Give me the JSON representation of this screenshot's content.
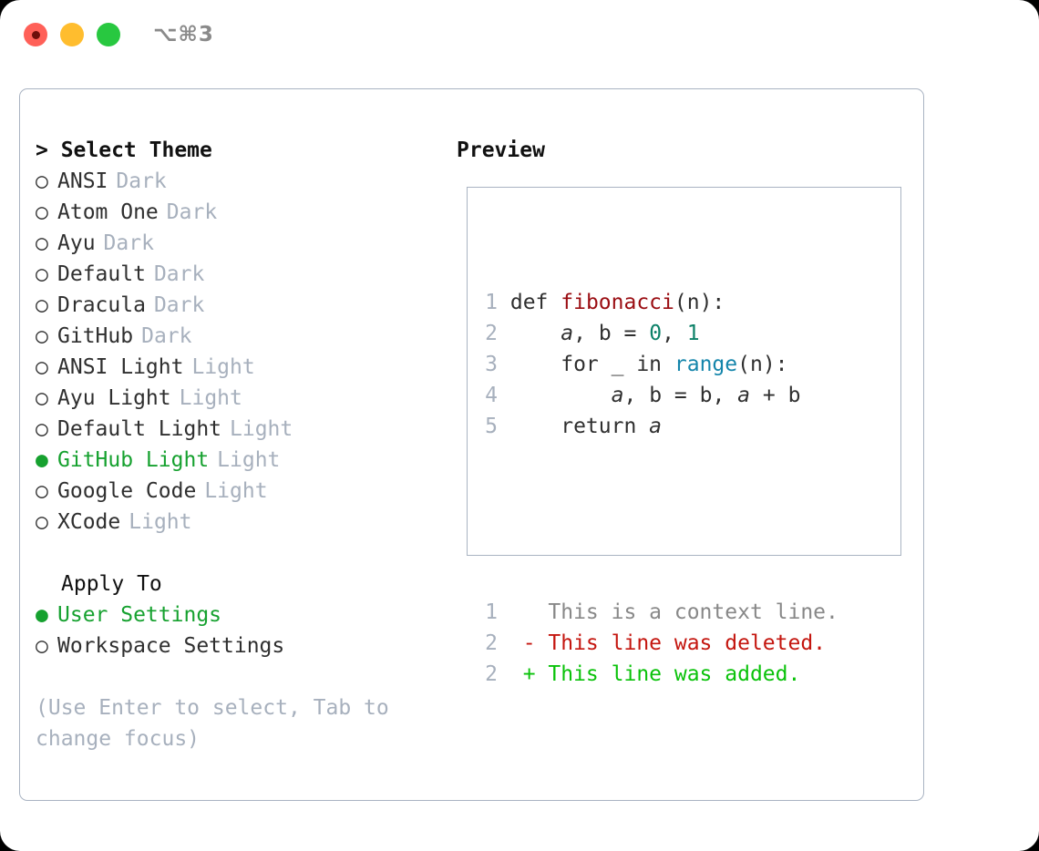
{
  "titlebar": {
    "dots": [
      {
        "name": "close-button",
        "color": "#ff6058"
      },
      {
        "name": "minimize-button",
        "color": "#ffbd2e"
      },
      {
        "name": "maximize-button",
        "color": "#28c840"
      }
    ],
    "shortcut": "⌥⌘3"
  },
  "theme_selector": {
    "title": "> Select Theme",
    "items": [
      {
        "marker": "○",
        "name": "ANSI",
        "mode": "Dark",
        "selected": false
      },
      {
        "marker": "○",
        "name": "Atom One",
        "mode": "Dark",
        "selected": false
      },
      {
        "marker": "○",
        "name": "Ayu",
        "mode": "Dark",
        "selected": false
      },
      {
        "marker": "○",
        "name": "Default",
        "mode": "Dark",
        "selected": false
      },
      {
        "marker": "○",
        "name": "Dracula",
        "mode": "Dark",
        "selected": false
      },
      {
        "marker": "○",
        "name": "GitHub",
        "mode": "Dark",
        "selected": false
      },
      {
        "marker": "○",
        "name": "ANSI Light",
        "mode": "Light",
        "selected": false
      },
      {
        "marker": "○",
        "name": "Ayu Light",
        "mode": "Light",
        "selected": false
      },
      {
        "marker": "○",
        "name": "Default Light",
        "mode": "Light",
        "selected": false
      },
      {
        "marker": "●",
        "name": "GitHub Light",
        "mode": "Light",
        "selected": true
      },
      {
        "marker": "○",
        "name": "Google Code",
        "mode": "Light",
        "selected": false
      },
      {
        "marker": "○",
        "name": "XCode",
        "mode": "Light",
        "selected": false
      }
    ]
  },
  "apply_to": {
    "title": "Apply To",
    "options": [
      {
        "marker": "●",
        "label": "User Settings",
        "selected": true
      },
      {
        "marker": "○",
        "label": "Workspace Settings",
        "selected": false
      }
    ]
  },
  "hint": "(Use Enter to select, Tab to change focus)",
  "preview": {
    "title": "Preview",
    "code_lines": [
      {
        "num": "1",
        "tokens": [
          {
            "text": " def ",
            "type": "kw"
          },
          {
            "text": "fibonacci",
            "type": "fn"
          },
          {
            "text": "(n):",
            "type": "plain"
          }
        ]
      },
      {
        "num": "2",
        "tokens": [
          {
            "text": "     ",
            "type": "plain"
          },
          {
            "text": "a",
            "type": "var"
          },
          {
            "text": ", ",
            "type": "plain"
          },
          {
            "text": "b",
            "type": "plain"
          },
          {
            "text": " = ",
            "type": "plain"
          },
          {
            "text": "0",
            "type": "num"
          },
          {
            "text": ", ",
            "type": "plain"
          },
          {
            "text": "1",
            "type": "num"
          }
        ]
      },
      {
        "num": "3",
        "tokens": [
          {
            "text": "     for _ in ",
            "type": "kw"
          },
          {
            "text": "range",
            "type": "call"
          },
          {
            "text": "(n):",
            "type": "plain"
          }
        ]
      },
      {
        "num": "4",
        "tokens": [
          {
            "text": "         ",
            "type": "plain"
          },
          {
            "text": "a",
            "type": "var"
          },
          {
            "text": ", ",
            "type": "plain"
          },
          {
            "text": "b",
            "type": "plain"
          },
          {
            "text": " = ",
            "type": "plain"
          },
          {
            "text": "b",
            "type": "plain"
          },
          {
            "text": ", ",
            "type": "plain"
          },
          {
            "text": "a",
            "type": "var"
          },
          {
            "text": " + ",
            "type": "plain"
          },
          {
            "text": "b",
            "type": "plain"
          }
        ]
      },
      {
        "num": "5",
        "tokens": [
          {
            "text": "     return ",
            "type": "kw"
          },
          {
            "text": "a",
            "type": "var"
          }
        ]
      }
    ],
    "diff_lines": [
      {
        "num": "1",
        "sign": "  ",
        "text": "This is a context line.",
        "type": "ctx"
      },
      {
        "num": "2",
        "sign": "- ",
        "text": "This line was deleted.",
        "type": "del"
      },
      {
        "num": "2",
        "sign": "+ ",
        "text": "This line was added.",
        "type": "add"
      }
    ]
  },
  "colors": {
    "accent_green": "#16a12f",
    "muted": "#a7b0bd",
    "border": "#a9b3c2",
    "diff_add": "#0ac20a",
    "diff_del": "#c4160f",
    "syntax_function": "#9a0d12",
    "syntax_number": "#0c8168",
    "syntax_call": "#1485ab"
  }
}
